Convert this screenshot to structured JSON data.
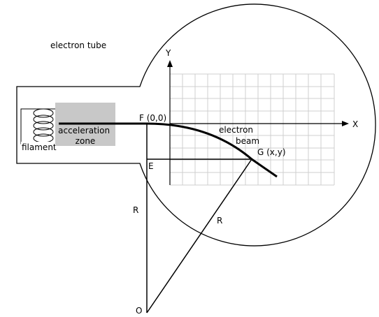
{
  "title": "electron tube",
  "labels": {
    "filament": "filament",
    "acceleration_line1": "acceleration",
    "acceleration_line2": "zone",
    "point_f": "F (0,0)",
    "point_g": "G (x,y)",
    "point_e": "E",
    "point_o": "O",
    "radius_vertical": "R",
    "radius_diagonal": "R",
    "electron_line1": "electron",
    "electron_line2": "beam",
    "axis_x": "X",
    "axis_y": "Y"
  },
  "colors": {
    "stroke": "#000000",
    "grid": "#cfcfcf",
    "acceleration_zone_fill": "#c8c8c8",
    "background": "#ffffff"
  }
}
